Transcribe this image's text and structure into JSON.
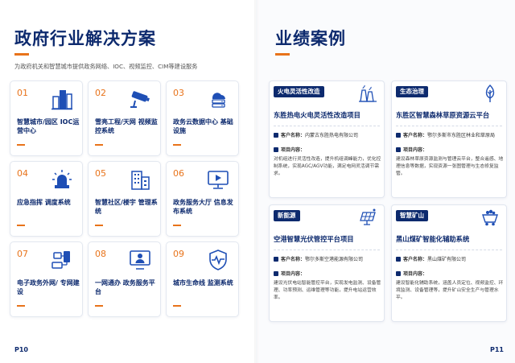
{
  "left": {
    "title": "政府行业解决方案",
    "subtitle": "为政府机关和智慧城市提供政务网络、IOC、视频监控、CIM等建设服务",
    "tiles": [
      {
        "num": "01",
        "label": "智慧城市/园区 IOC运营中心",
        "icon": "buildings-icon"
      },
      {
        "num": "02",
        "label": "雪亮工程/天网 视频监控系统",
        "icon": "cctv-camera-icon"
      },
      {
        "num": "03",
        "label": "政务云数据中心 基础设施",
        "icon": "cloud-server-icon"
      },
      {
        "num": "04",
        "label": "应急指挥 调度系统",
        "icon": "alarm-light-icon"
      },
      {
        "num": "05",
        "label": "智慧社区/楼宇 管理系统",
        "icon": "community-buildings-icon"
      },
      {
        "num": "06",
        "label": "政务服务大厅 信息发布系统",
        "icon": "display-screen-icon"
      },
      {
        "num": "07",
        "label": "电子政务外网/ 专网建设",
        "icon": "network-devices-icon"
      },
      {
        "num": "08",
        "label": "一网通办 政务服务平台",
        "icon": "user-monitor-icon"
      },
      {
        "num": "09",
        "label": "城市生命线 监测系统",
        "icon": "shield-heartbeat-icon"
      }
    ],
    "page_number": "P10"
  },
  "right": {
    "title": "业绩案例",
    "cases": [
      {
        "tag": "火电灵活性改造",
        "icon": "power-plant-icon",
        "title": "东胜热电火电灵活性改造项目",
        "client_key": "客户名称：",
        "client_value": "内蒙古东胜热电有限公司",
        "proj_key": "项目内容：",
        "desc": "对机组进行灵活性改造，提升机组调峰能力，优化控制系统，实现AGC/AGV功能，满足电网灵活调节需求。"
      },
      {
        "tag": "生态治理",
        "icon": "tree-icon",
        "title": "东胜区智慧森林草原资源云平台",
        "client_key": "客户名称：",
        "client_value": "鄂尔多斯市东胜区林业和草原局",
        "proj_key": "项目内容：",
        "desc": "建设森林草原资源监测与管理云平台，整合遥感、地理信息等数据，实现资源一张图管理与生态修复监管。"
      },
      {
        "tag": "新能源",
        "icon": "solar-panel-icon",
        "title": "空港智慧光伏管控平台项目",
        "client_key": "客户名称：",
        "client_value": "鄂尔多斯空港能源有限公司",
        "proj_key": "项目内容：",
        "desc": "建设光伏电站智能管控平台，实现发电监测、设备管理、功率预测、运维管理等功能，提升电站运营效率。"
      },
      {
        "tag": "智慧矿山",
        "icon": "mine-cart-icon",
        "title": "黑山煤矿智能化辅助系统",
        "client_key": "客户名称：",
        "client_value": "黑山煤矿有限公司",
        "proj_key": "项目内容：",
        "desc": "建设智能化辅助系统，涵盖人员定位、视频监控、环境监测、设备管理等，提升矿山安全生产与管理水平。"
      }
    ],
    "page_number": "P11"
  },
  "colors": {
    "navy": "#0d2a6e",
    "orange": "#e8731a",
    "icon_blue": "#1f4fb5"
  }
}
